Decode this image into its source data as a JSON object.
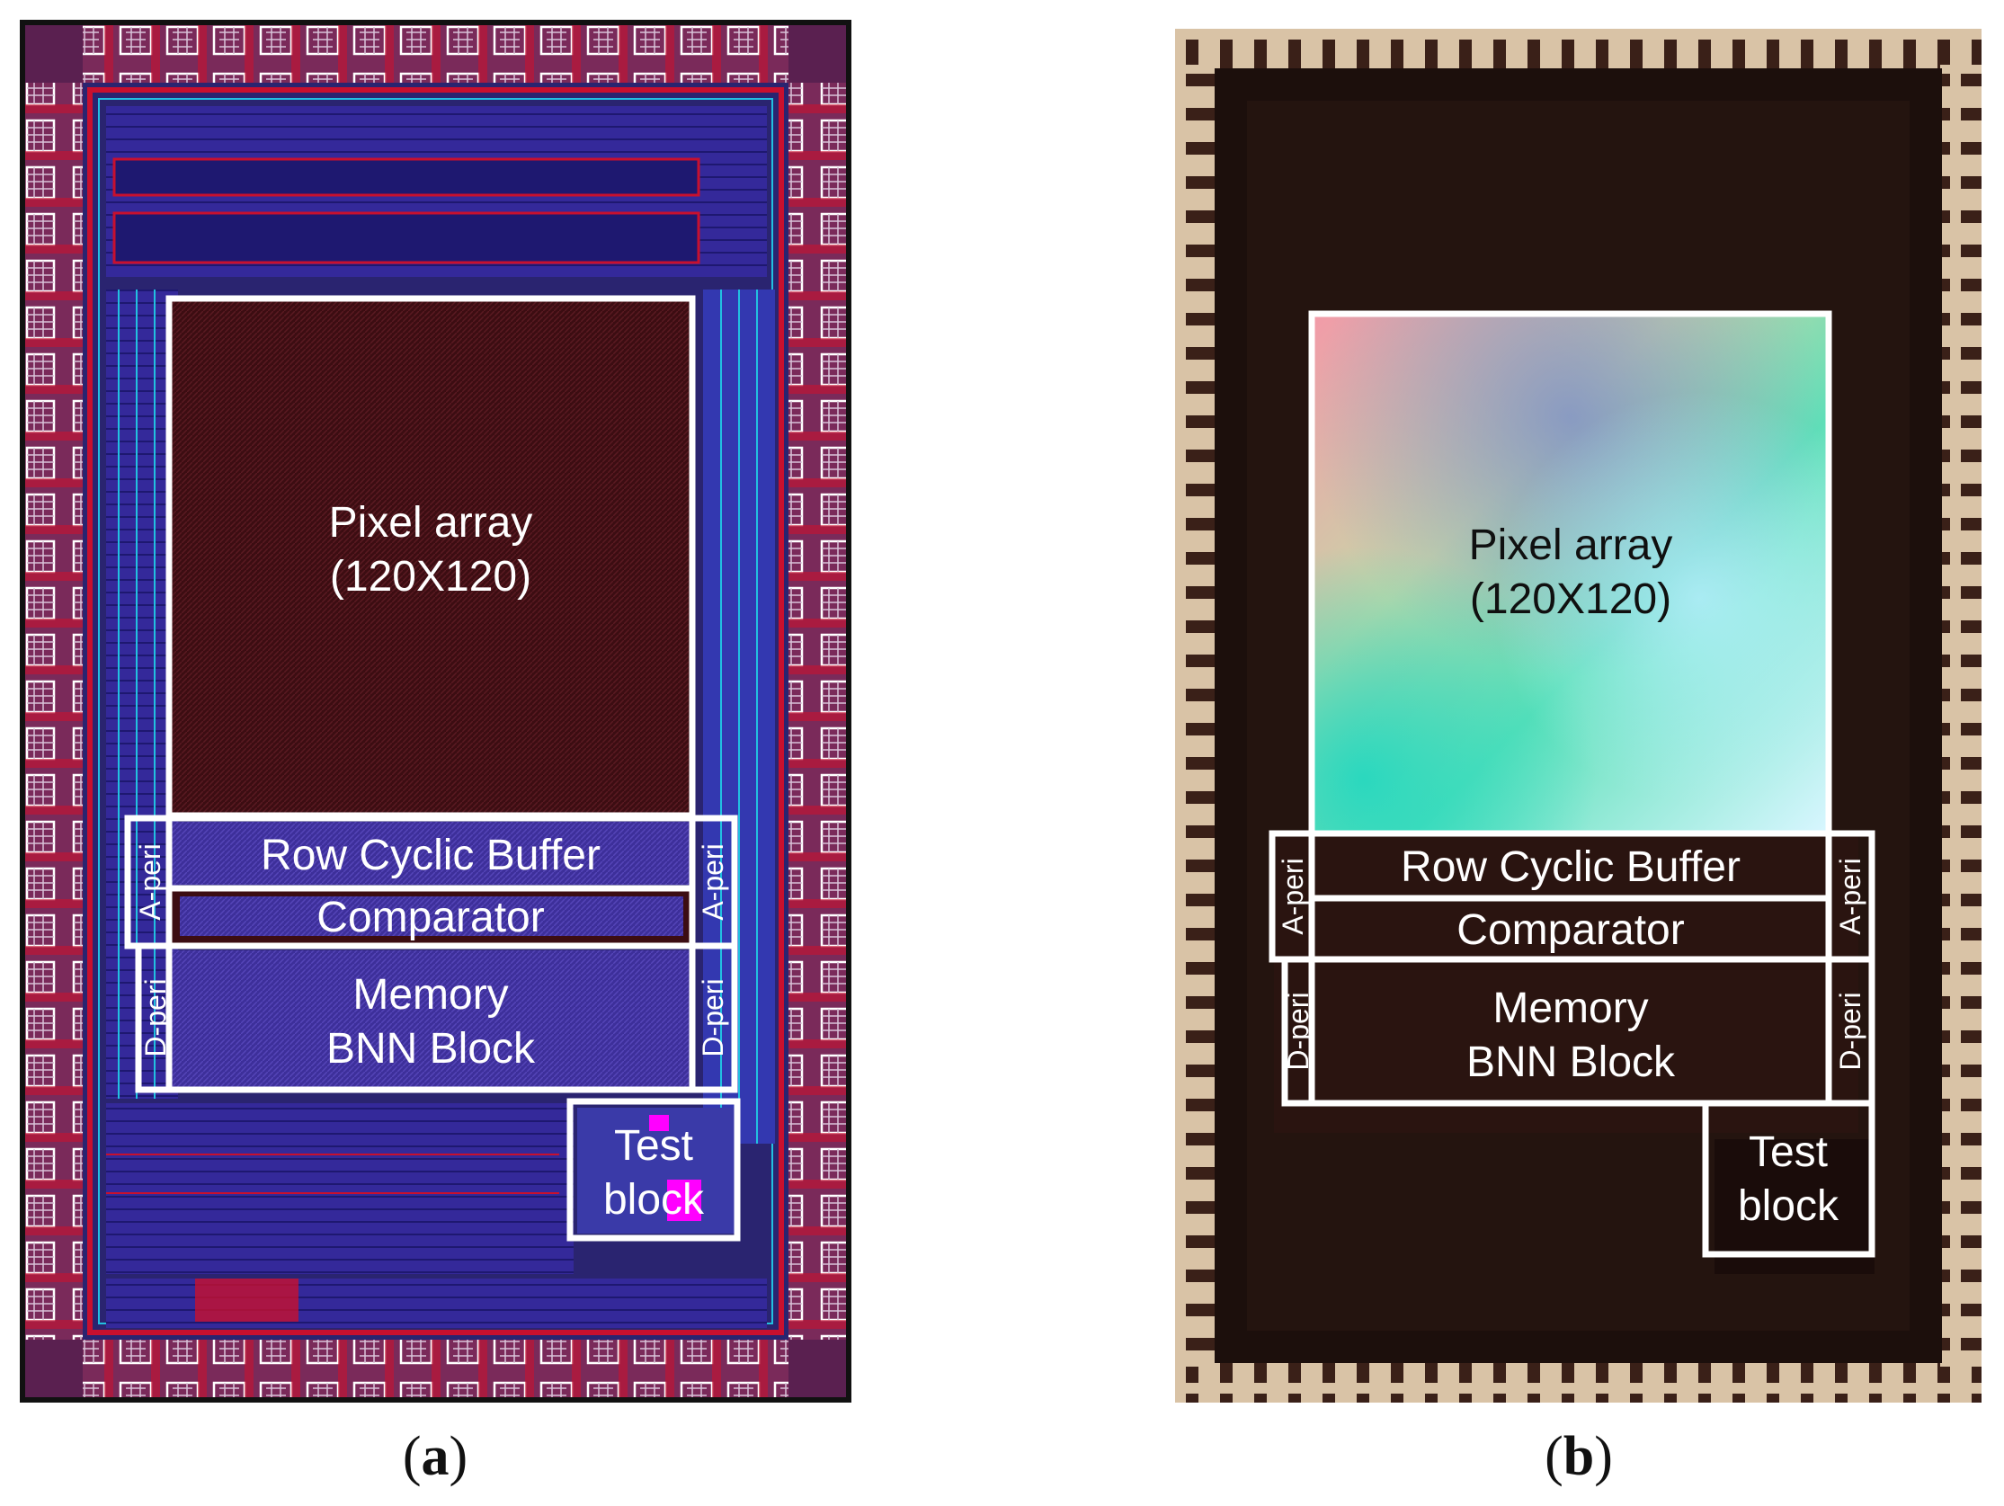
{
  "panel_a": {
    "caption_letter": "a",
    "labels": {
      "pixel_array_line1": "Pixel array",
      "pixel_array_line2": "(120X120)",
      "row_cyclic_buffer": "Row Cyclic Buffer",
      "comparator": "Comparator",
      "memory_line1": "Memory",
      "memory_line2": "BNN Block",
      "test_line1": "Test",
      "test_line2": "block",
      "a_peri_left": "A-peri",
      "a_peri_right": "A-peri",
      "d_peri_left": "D-peri",
      "d_peri_right": "D-peri"
    }
  },
  "panel_b": {
    "caption_letter": "b",
    "labels": {
      "pixel_array_line1": "Pixel array",
      "pixel_array_line2": "(120X120)",
      "row_cyclic_buffer": "Row Cyclic Buffer",
      "comparator": "Comparator",
      "memory_line1": "Memory",
      "memory_line2": "BNN Block",
      "test_line1": "Test",
      "test_line2": "block",
      "a_peri_left": "A-peri",
      "a_peri_right": "A-peri",
      "d_peri_left": "D-peri",
      "d_peri_right": "D-peri"
    }
  },
  "colors": {
    "layout_blue": "#3a2f9c",
    "layout_red": "#c8102e",
    "pixel_maroon": "#3c0d12",
    "die_dark": "#1c0f0c",
    "pad_tan": "#d9c3a6",
    "label_white": "#ffffff"
  },
  "caption_parens": {
    "open": "(",
    "close": ")"
  }
}
